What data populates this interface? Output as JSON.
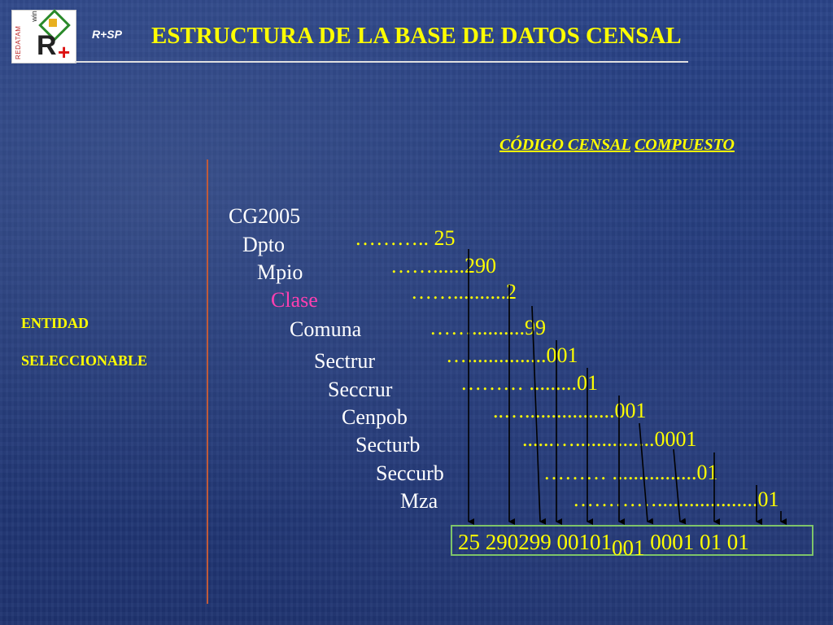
{
  "header": {
    "logo_vertical": "REDATAM",
    "logo_win": "win",
    "logo_big": "R",
    "logo_plus": "+",
    "rsp": "R+SP",
    "title": "ESTRUCTURA DE LA BASE DE DATOS CENSAL"
  },
  "code_header": {
    "part1": "CÓDIGO CENSAL",
    "part2": "COMPUESTO"
  },
  "entity": {
    "line1": "ENTIDAD",
    "line2": "SELECCIONABLE"
  },
  "hierarchy": [
    {
      "label": "CG2005",
      "dots": "",
      "highlight": false
    },
    {
      "label": "Dpto",
      "dots": "……….. 25",
      "highlight": false
    },
    {
      "label": "Mpio",
      "dots": "……......290",
      "highlight": false
    },
    {
      "label": "Clase",
      "dots": "……..........2",
      "highlight": true
    },
    {
      "label": "Comuna",
      "dots": "……..........99",
      "highlight": false
    },
    {
      "label": "Sectrur",
      "dots": "…...............001",
      "highlight": false
    },
    {
      "label": "Seccrur",
      "dots": "………  .........01",
      "highlight": false
    },
    {
      "label": "Cenpob",
      "dots": "..….................001",
      "highlight": false
    },
    {
      "label": "Secturb",
      "dots": "......…...............0001",
      "highlight": false
    },
    {
      "label": "Seccurb",
      "dots": "………  ................01",
      "highlight": false
    },
    {
      "label": "Mza",
      "dots": "…………...................01",
      "highlight": false
    }
  ],
  "result": {
    "before": "25 290299 00101",
    "sub": "001",
    "after": " 0001 01 01"
  },
  "colors": {
    "accent": "#ffff00",
    "highlight": "#ff3fb0",
    "box_border": "#7ec46a",
    "divider": "#c05a3a"
  }
}
